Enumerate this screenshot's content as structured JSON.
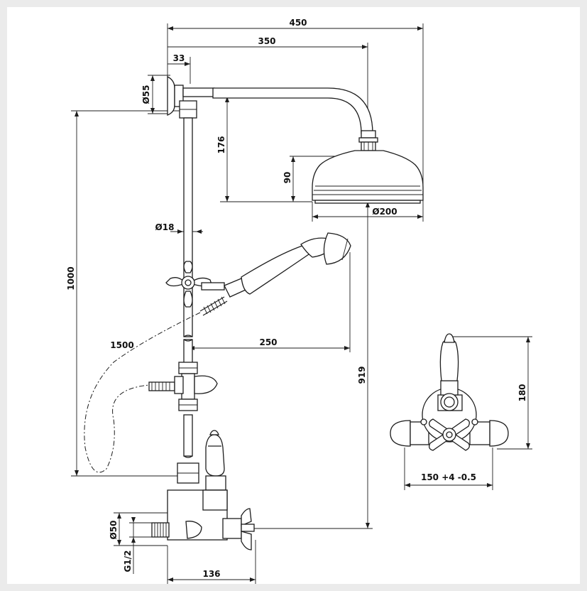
{
  "drawing": {
    "dimensions": {
      "width_total": "450",
      "width_arm": "350",
      "width_wall_flange": "33",
      "flange_diameter": "Ø55",
      "arm_height": "176",
      "head_height": "90",
      "head_diameter": "Ø200",
      "riser_diameter": "Ø18",
      "riser_height": "1000",
      "hose_length": "1500",
      "handset_reach": "250",
      "head_to_valve": "919",
      "valve_body_diameter": "Ø50",
      "inlet_thread": "G1/2",
      "valve_depth": "136",
      "front_height": "180",
      "centres": "150 +4 -0.5"
    }
  }
}
